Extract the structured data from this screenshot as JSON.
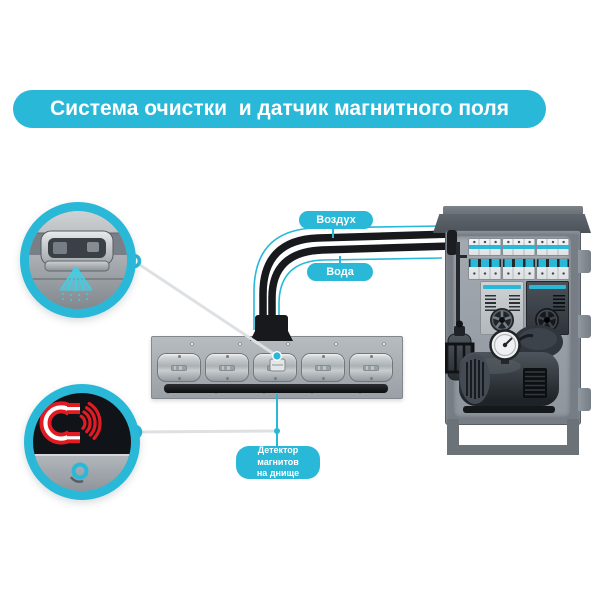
{
  "title": "Система очистки  и датчик магнитного поля",
  "labels": {
    "air": "Воздух",
    "water": "Вода",
    "detector_line1": "Детектор магнитов",
    "detector_line2": "на днище"
  },
  "colors": {
    "accent_cyan": "#29b8d8",
    "magnet_red": "#e21a22",
    "cable_black": "#17191c",
    "cabinet_gray": "#767d85"
  },
  "icons": {
    "nozzle_callout": "spray-nozzle-closeup",
    "magnet_callout": "magnet-with-signal-waves",
    "detector_sensor": "cyan-ring-sensor"
  }
}
